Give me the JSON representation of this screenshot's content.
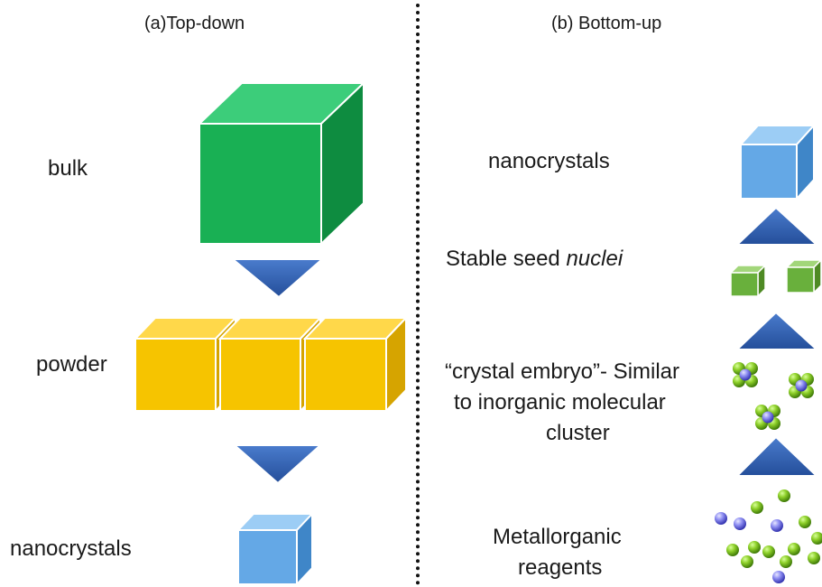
{
  "top_down": {
    "heading": "(a)Top-down",
    "stages": {
      "bulk": "bulk",
      "powder": "powder",
      "nanocrystals": "nanocrystals"
    }
  },
  "bottom_up": {
    "heading": "(b) Bottom-up",
    "stages": {
      "nanocrystals": "nanocrystals",
      "seed_prefix": "Stable seed ",
      "seed_italic": "nuclei",
      "embryo_line1": "“crystal embryo”- Similar",
      "embryo_line2": "to inorganic molecular",
      "embryo_line3": "cluster",
      "reagents_line1": "Metallorganic",
      "reagents_line2": "reagents"
    }
  },
  "colors": {
    "bulk_cube": "#19b054",
    "powder_cube": "#f6c400",
    "nanocrystal_cube": "#64a8e6",
    "seed_cube": "#69b03c",
    "arrow": "#2f5fae",
    "green_atom": "#4e8f10",
    "blue_atom": "#4848c8"
  }
}
